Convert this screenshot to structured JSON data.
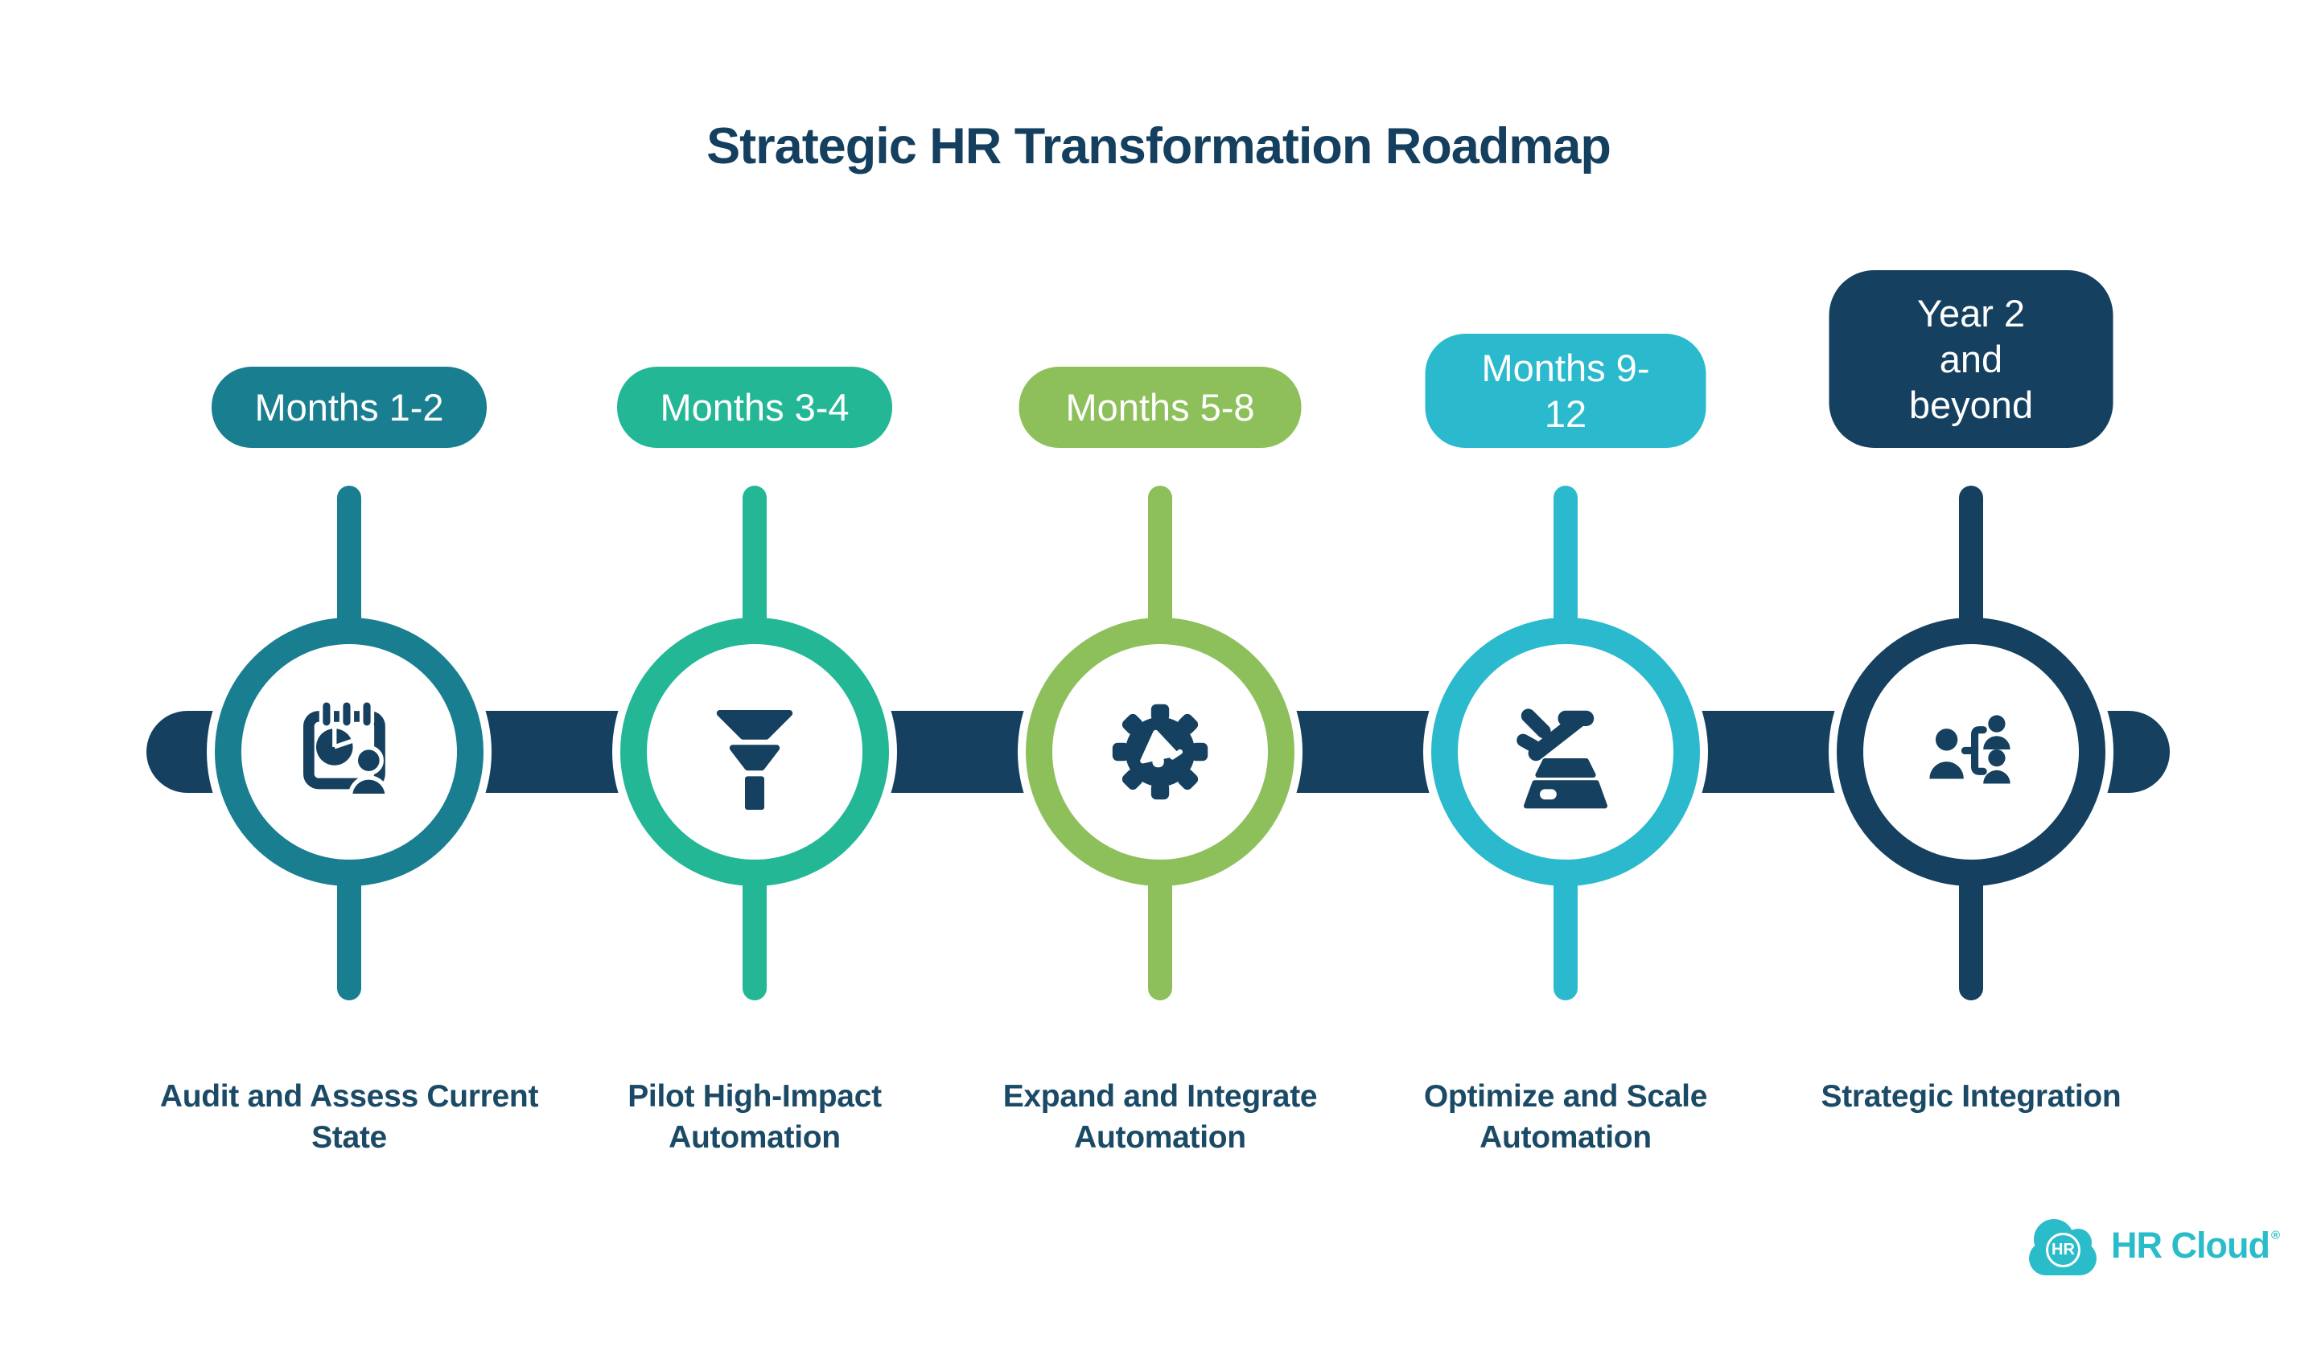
{
  "title": "Strategic HR Transformation Roadmap",
  "stages": [
    {
      "period": "Months 1-2",
      "label": "Audit and Assess Current\nState",
      "color": "#1a7e91",
      "icon": "calendar-chart-person"
    },
    {
      "period": "Months 3-4",
      "label": "Pilot High-Impact\nAutomation",
      "color": "#23b795",
      "icon": "funnel"
    },
    {
      "period": "Months 5-8",
      "label": "Expand and Integrate\nAutomation",
      "color": "#8dc05b",
      "icon": "gear-megaphone"
    },
    {
      "period": "Months 9-\n12",
      "label": "Optimize and Scale\nAutomation",
      "color": "#2bbacd",
      "icon": "airplane-takeoff"
    },
    {
      "period": "Year 2\nand\nbeyond",
      "label": "Strategic Integration",
      "color": "#15405f",
      "icon": "team-hierarchy"
    }
  ],
  "colors": {
    "navy": "#15405f",
    "title_text": "#143f5e",
    "label_text": "#1b4a66",
    "timeline_bar": "#15405f",
    "background": "#ffffff",
    "logo_cyan": "#2bbcca"
  },
  "logo": {
    "badge_text": "HR",
    "brand_text": "HR Cloud",
    "registered_mark": "®"
  }
}
